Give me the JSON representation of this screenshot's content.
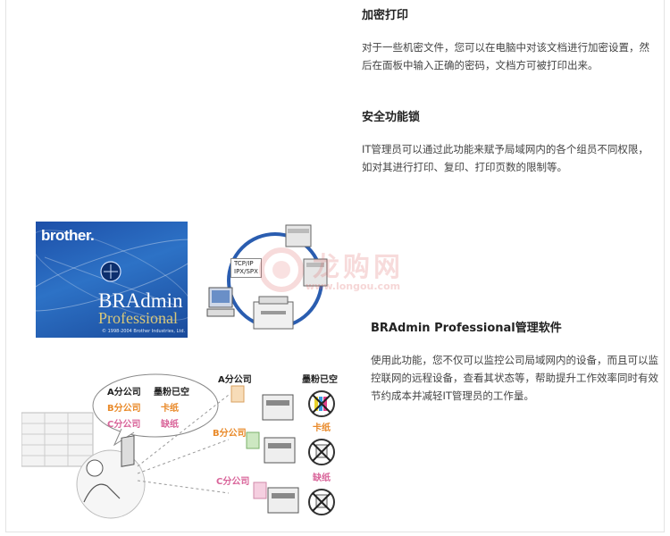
{
  "sections": [
    {
      "title": "加密打印",
      "body": "对于一些机密文件，您可以在电脑中对该文档进行加密设置，然后在面板中输入正确的密码，文档方可被打印出来。"
    },
    {
      "title": "安全功能锁",
      "body": "IT管理员可以通过此功能来赋予局域网内的各个组员不同权限，如对其进行打印、复印、打印页数的限制等。"
    },
    {
      "title": "BRAdmin Professional管理软件",
      "body": "使用此功能，您不仅可以监控公司局域网内的设备，而且可以监控联网的远程设备，查看其状态等，帮助提升工作效率同时有效节约成本并减轻IT管理员的工作量。"
    }
  ],
  "logo": {
    "brand": "brother.",
    "product_line1": "BRAdmin",
    "product_line2": "Professional",
    "copyright": "© 1998-2004 Brother Industries, Ltd."
  },
  "network": {
    "protocol1": "TCP/IP",
    "protocol2": "IPX/SPX"
  },
  "watermark": {
    "title": "龙购网",
    "url": "www.longou.com"
  },
  "diagram": {
    "bubble": {
      "header_company": "A分公司",
      "header_status": "墨粉已空",
      "row_b_company": "B分公司",
      "row_b_status": "卡纸",
      "row_c_company": "C分公司",
      "row_c_status": "缺纸"
    },
    "company_a": "A分公司",
    "company_b": "B分公司",
    "company_c": "C分公司",
    "status_a": "墨粉已空",
    "status_b": "卡纸",
    "status_c": "缺纸"
  },
  "colors": {
    "orange": "#e98a2a",
    "pink": "#d9659a",
    "logo_blue": "#2d72c6"
  }
}
